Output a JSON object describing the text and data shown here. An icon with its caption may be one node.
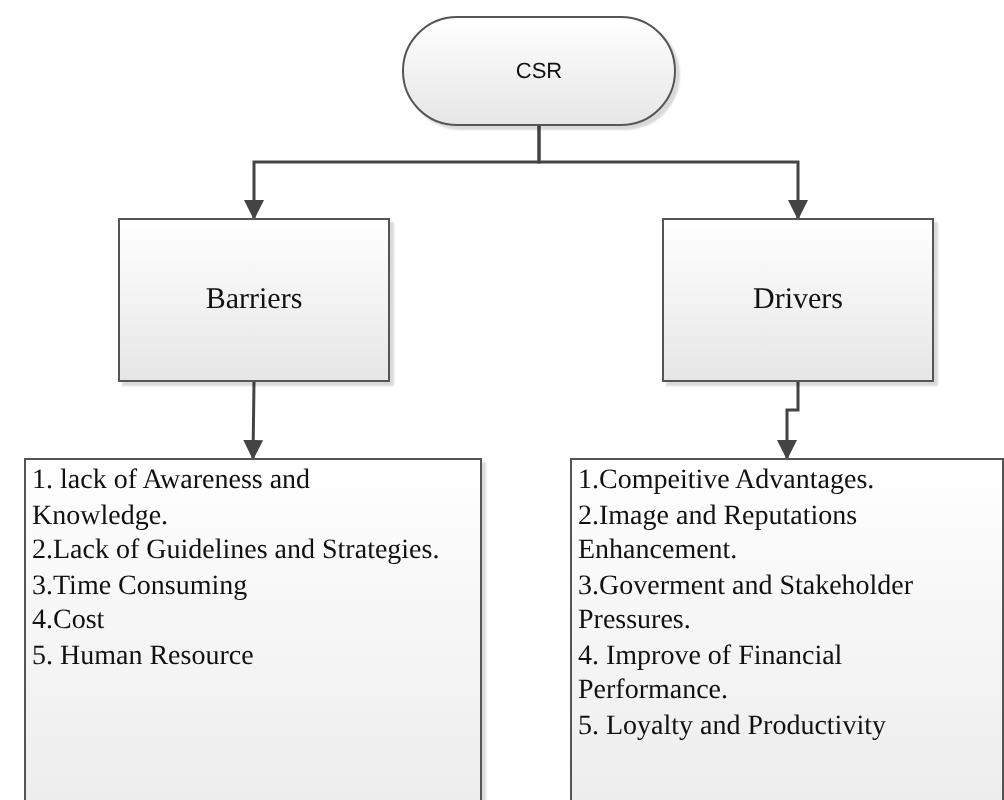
{
  "diagram": {
    "nodes": [
      {
        "text": [
          "CSR"
        ]
      },
      {
        "text": [
          "Barriers"
        ]
      },
      {
        "text": [
          "Drivers"
        ]
      },
      {
        "text": [
          "1. lack of Awareness and Knowledge.",
          "2.Lack of Guidelines and Strategies.",
          "3.Time Consuming",
          "4.Cost",
          "5. Human Resource"
        ]
      },
      {
        "text": [
          "1.Compeitive Advantages.",
          "2.Image and Reputations Enhancement.",
          "3.Goverment and Stakeholder Pressures.",
          "4. Improve of Financial Performance.",
          "5. Loyalty and Productivity"
        ]
      }
    ],
    "edges": [
      {
        "from": 0,
        "to": 1,
        "arrow": "to"
      },
      {
        "from": 0,
        "to": 2,
        "arrow": "to"
      },
      {
        "from": 1,
        "to": 3,
        "arrow": "to"
      },
      {
        "from": 2,
        "to": 4,
        "arrow": "to"
      }
    ]
  }
}
